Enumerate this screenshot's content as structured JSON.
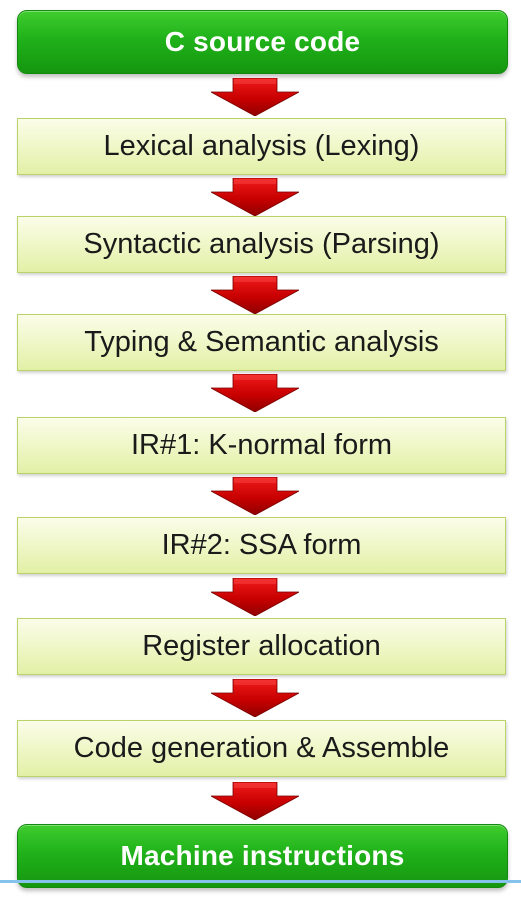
{
  "diagram": {
    "type": "flowchart",
    "direction": "top-to-bottom",
    "colors": {
      "terminal_fill": "#20b21a",
      "terminal_text": "#ffffff",
      "step_fill": "#eef6c4",
      "step_border": "#b9d36a",
      "step_text": "#1a1a1a",
      "arrow": "#c80000",
      "bottom_line": "#86c3ec"
    },
    "nodes": [
      {
        "id": "c-source-code",
        "label": "C source code",
        "kind": "terminal"
      },
      {
        "id": "lexical-analysis",
        "label": "Lexical analysis (Lexing)",
        "kind": "step"
      },
      {
        "id": "syntactic-analysis",
        "label": "Syntactic analysis (Parsing)",
        "kind": "step"
      },
      {
        "id": "typing-semantic-analysis",
        "label": "Typing & Semantic analysis",
        "kind": "step"
      },
      {
        "id": "ir1-k-normal-form",
        "label": "IR#1: K-normal form",
        "kind": "step"
      },
      {
        "id": "ir2-ssa-form",
        "label": "IR#2: SSA form",
        "kind": "step"
      },
      {
        "id": "register-allocation",
        "label": "Register allocation",
        "kind": "step"
      },
      {
        "id": "code-generation-assemble",
        "label": "Code generation & Assemble",
        "kind": "step"
      },
      {
        "id": "machine-instructions",
        "label": "Machine instructions",
        "kind": "terminal"
      }
    ],
    "edges": [
      {
        "from": "c-source-code",
        "to": "lexical-analysis"
      },
      {
        "from": "lexical-analysis",
        "to": "syntactic-analysis"
      },
      {
        "from": "syntactic-analysis",
        "to": "typing-semantic-analysis"
      },
      {
        "from": "typing-semantic-analysis",
        "to": "ir1-k-normal-form"
      },
      {
        "from": "ir1-k-normal-form",
        "to": "ir2-ssa-form"
      },
      {
        "from": "ir2-ssa-form",
        "to": "register-allocation"
      },
      {
        "from": "register-allocation",
        "to": "code-generation-assemble"
      },
      {
        "from": "code-generation-assemble",
        "to": "machine-instructions"
      }
    ]
  }
}
